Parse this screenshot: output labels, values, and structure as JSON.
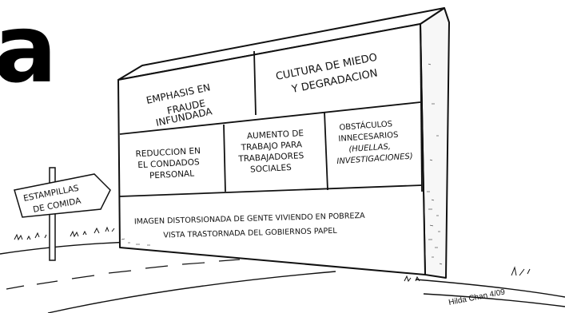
{
  "heading_fragment": "a",
  "sign": {
    "line1": "ESTAMPILLAS",
    "line2": "DE COMIDA"
  },
  "wall": {
    "top_left": [
      "EMPHASIS EN",
      "FRAUDE",
      "INFUNDADA"
    ],
    "top_right": [
      "CULTURA DE MIEDO",
      "Y DEGRADACION"
    ],
    "mid_1": [
      "REDUCCION EN",
      "EL CONDADOS",
      "PERSONAL"
    ],
    "mid_2": [
      "AUMENTO DE",
      "TRABAJO PARA",
      "TRABAJADORES",
      "SOCIALES"
    ],
    "mid_3": [
      "OBSTÁCULOS",
      "INNECESARIOS",
      "(HUELLAS,",
      "INVESTIGACIONES)"
    ],
    "bottom": [
      "IMAGEN DISTORSIONADA DE GENTE VIVIENDO EN POBREZA",
      "VISTA TRASTORNADA DEL GOBIERNOS PAPEL"
    ]
  },
  "credit": "Hilda Chan 4/09",
  "colors": {
    "ink": "#111111",
    "paper": "#ffffff"
  }
}
